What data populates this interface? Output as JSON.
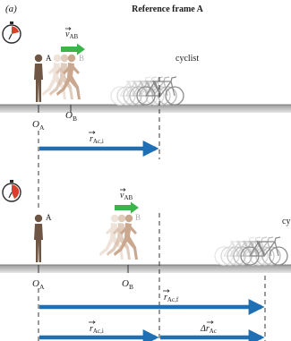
{
  "figure": {
    "part_label": "(a)",
    "title": "Reference frame A"
  },
  "panel_top": {
    "clock_icon": "stopwatch-icon",
    "observer_a_label": "A",
    "observer_b_label": "B",
    "velocity_label": "v",
    "velocity_subscript": "AB",
    "cyclist_label": "cyclist",
    "origin_a": "O",
    "origin_a_sub": "A",
    "origin_b": "O",
    "origin_b_sub": "B",
    "position_vector": "r",
    "position_vector_sub": "Ac,i"
  },
  "panel_bottom": {
    "clock_icon": "stopwatch-icon",
    "observer_a_label": "A",
    "observer_b_label": "B",
    "velocity_label": "v",
    "velocity_subscript": "AB",
    "cyclist_label_clipped": "cy",
    "origin_a": "O",
    "origin_a_sub": "A",
    "origin_b": "O",
    "origin_b_sub": "B",
    "final_vector": "r",
    "final_vector_sub": "Ac,f",
    "initial_vector": "r",
    "initial_vector_sub": "Ac,i",
    "delta_vector": "Δr",
    "delta_vector_sub": "Ac"
  },
  "colors": {
    "vector_blue": "#1f6fb5",
    "velocity_green": "#3bb54a",
    "ground": "#8d8d8d",
    "person_dark": "#6e5544",
    "person_light": "#caa890",
    "clock_red": "#d7402a"
  }
}
